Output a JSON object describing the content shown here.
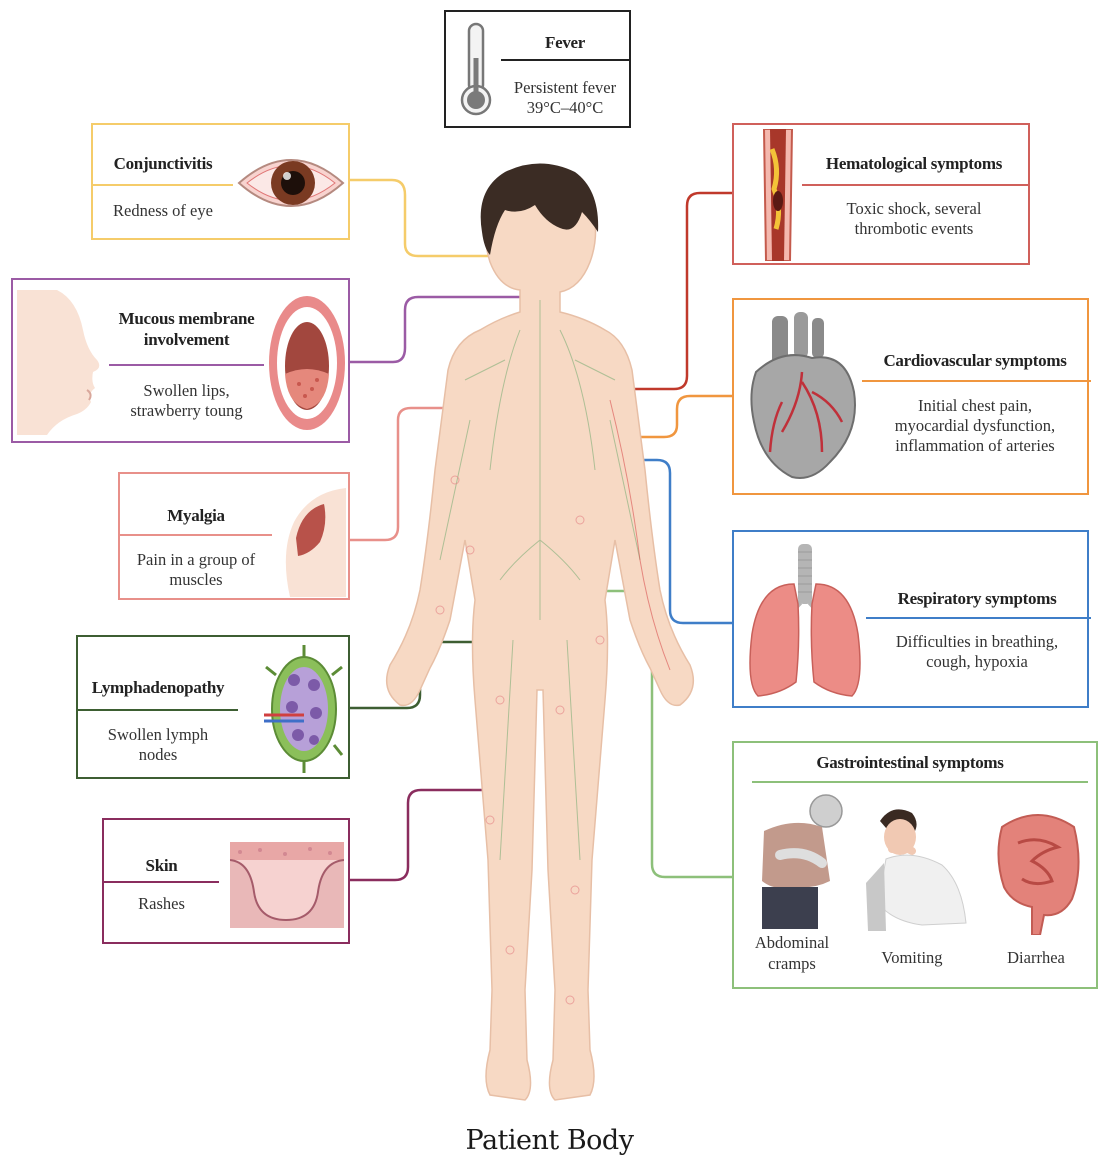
{
  "caption": "Patient Body",
  "boxes": {
    "fever": {
      "title": "Fever",
      "desc_1": "Persistent fever",
      "desc_2": "39°C–40°C",
      "color": "#222222"
    },
    "conjunctivitis": {
      "title": "Conjunctivitis",
      "desc_1": "Redness of eye",
      "color": "#f5cc6a"
    },
    "mucous": {
      "title_1": "Mucous membrane",
      "title_2": "involvement",
      "desc_1": "Swollen lips,",
      "desc_2": "strawberry toung",
      "color": "#9b5ba5"
    },
    "myalgia": {
      "title": "Myalgia",
      "desc_1": "Pain in a group of",
      "desc_2": "muscles",
      "color": "#e8908a"
    },
    "lymph": {
      "title": "Lymphadenopathy",
      "desc_1": "Swollen lymph",
      "desc_2": "nodes",
      "color": "#3d5e32"
    },
    "skin": {
      "title": "Skin",
      "desc_1": "Rashes",
      "color": "#8a2d5e"
    },
    "hema": {
      "title": "Hematological symptoms",
      "desc_1": "Toxic shock, several",
      "desc_2": "thrombotic events",
      "color": "#d0605b"
    },
    "cardio": {
      "title": "Cardiovascular symptoms",
      "desc_1": "Initial chest pain,",
      "desc_2": "myocardial dysfunction,",
      "desc_3": "inflammation of arteries",
      "color": "#f0963f"
    },
    "resp": {
      "title": "Respiratory symptoms",
      "desc_1": "Difficulties in breathing,",
      "desc_2": "cough, hypoxia",
      "color": "#3f7ec8"
    },
    "gi": {
      "title": "Gastrointestinal symptoms",
      "items": [
        "Abdominal",
        "cramps",
        "Vomiting",
        "Diarrhea"
      ],
      "color": "#8dc07a"
    }
  }
}
